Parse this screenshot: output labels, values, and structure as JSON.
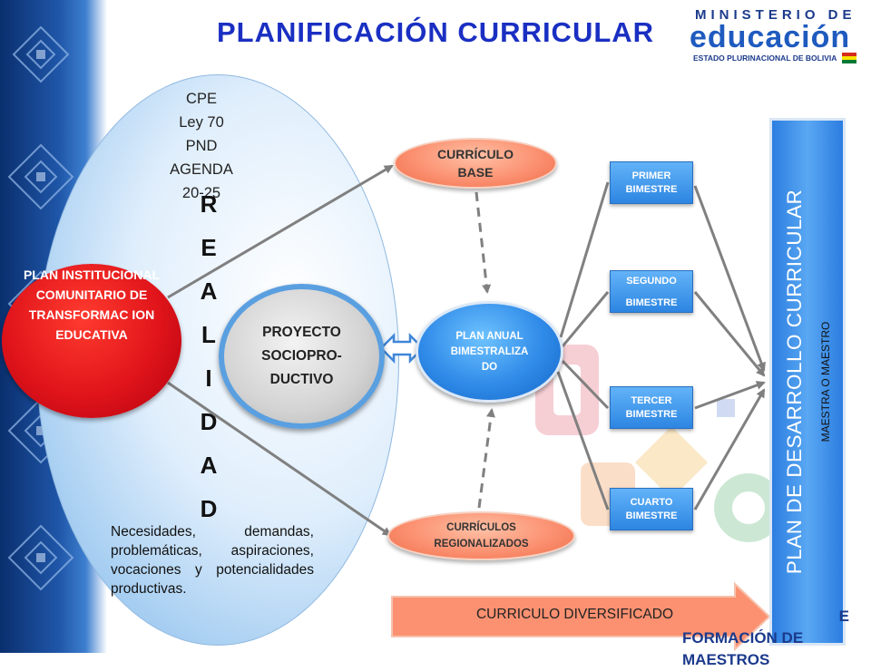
{
  "title": "PLANIFICACIÓN CURRICULAR",
  "logo": {
    "line1": "MINISTERIO DE",
    "line2": "educación",
    "line3": "ESTADO PLURINACIONAL DE BOLIVIA"
  },
  "cpe_lines": [
    "CPE",
    "Ley 70",
    "PND",
    "AGENDA",
    "20-25"
  ],
  "vertical_word": [
    "R",
    "E",
    "A",
    "L",
    "I",
    "D",
    "A",
    "D"
  ],
  "plan_institucional": "PLAN INSTITUCIONAL COMUNITARIO DE TRANSFORMAC ION EDUCATIVA",
  "proyecto": "PROYECTO SOCIOPRO-DUCTIVO",
  "curriculo_base": "CURRÍCULO BASE",
  "plan_anual": "PLAN ANUAL BIMESTRALIZA DO",
  "curriculos_regionalizados": "CURRÍCULOS REGIONALIZADOS",
  "bimestres": [
    "PRIMER BIMESTRE",
    "SEGUNDO BIMESTRE",
    "TERCER BIMESTRE",
    "CUARTO BIMESTRE"
  ],
  "necesidades": "Necesidades, demandas, problemáticas, aspiraciones, vocaciones y potencialidades productivas.",
  "curriculo_diversificado": "CURRICULO DIVERSIFICADO",
  "plan_desarrollo": "PLAN DE DESARROLLO CURRICULAR",
  "maestra_maestro": "MAESTRA O MAESTRO",
  "footer": {
    "line1": "E",
    "line2": "FORMACIÓN DE MAESTROS"
  },
  "colors": {
    "title": "#1a2fc2",
    "red": "#e0141a",
    "blue": "#2f8ae8",
    "orange": "#fb9171",
    "arrow": "#808080"
  }
}
